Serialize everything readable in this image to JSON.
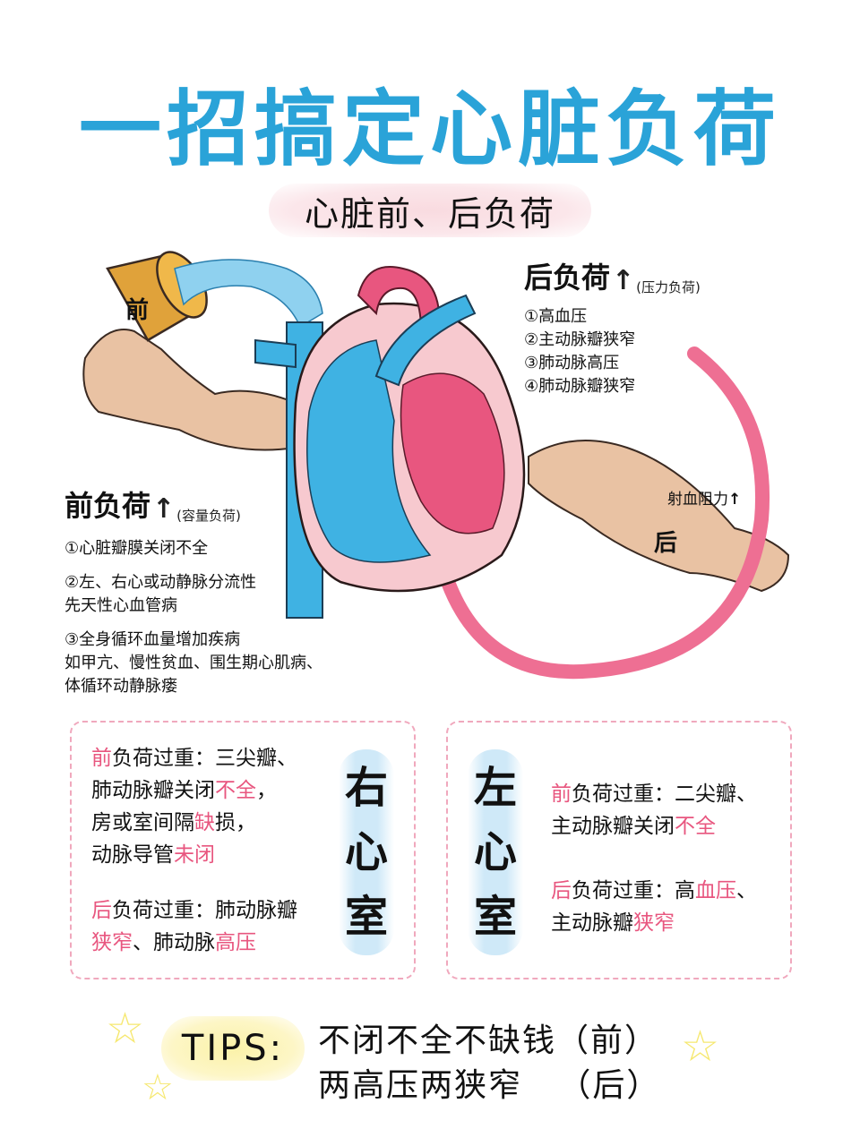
{
  "header": {
    "title": "一招搞定心脏负荷",
    "subtitle": "心脏前、后负荷"
  },
  "illustration": {
    "cup_label": "前",
    "arm_label": "后",
    "ejection_label": "射血阻力",
    "ejection_arrow": "↑",
    "colors": {
      "venous_blue": "#3fb2e3",
      "arterial_pink": "#e8567f",
      "skin": "#e9c2a3",
      "cup": "#e0a23a",
      "band": "#ee6f93"
    }
  },
  "afterload": {
    "heading": "后负荷",
    "arrow": "↑",
    "paren": "(压力负荷)",
    "items": [
      "①高血压",
      "②主动脉瓣狭窄",
      "③肺动脉高压",
      "④肺动脉瓣狭窄"
    ]
  },
  "preload": {
    "heading": "前负荷",
    "arrow": "↑",
    "paren": "(容量负荷)",
    "items": [
      {
        "line1": "①心脏瓣膜关闭不全",
        "line2": ""
      },
      {
        "line1": "②左、右心或动静脉分流性",
        "line2": "先天性心血管病"
      },
      {
        "line1": "③全身循环血量增加疾病",
        "line2": "如甲亢、慢性贫血、围生期心肌病、",
        "line3": "体循环动静脉瘘"
      }
    ]
  },
  "right_ventricle": {
    "title_chars": [
      "右",
      "心",
      "室"
    ],
    "pre": {
      "lead": "前",
      "l1a": "负荷过重：三尖瓣、",
      "l2a": "肺动脉瓣关闭",
      "l2b": "不全",
      "l2c": "，",
      "l3a": "房或室间隔",
      "l3b": "缺",
      "l3c": "损，",
      "l4a": "动脉导管",
      "l4b": "未闭"
    },
    "post": {
      "lead": "后",
      "l1a": "负荷过重：肺动脉瓣",
      "l2a": "狭窄",
      "l2b": "、肺动脉",
      "l2c": "高压"
    }
  },
  "left_ventricle": {
    "title_chars": [
      "左",
      "心",
      "室"
    ],
    "pre": {
      "lead": "前",
      "l1a": "负荷过重：二尖瓣、",
      "l2a": "主动脉瓣关闭",
      "l2b": "不全"
    },
    "post": {
      "lead": "后",
      "l1a": "负荷过重：高",
      "l1b": "血压",
      "l1c": "、",
      "l2a": "主动脉瓣",
      "l2b": "狭窄"
    }
  },
  "tips": {
    "label": "TIPS:",
    "line1": "不闭不全不缺钱（前）",
    "line2": "两高压两狭窄   （后）"
  },
  "decor": {
    "star": "☆"
  }
}
